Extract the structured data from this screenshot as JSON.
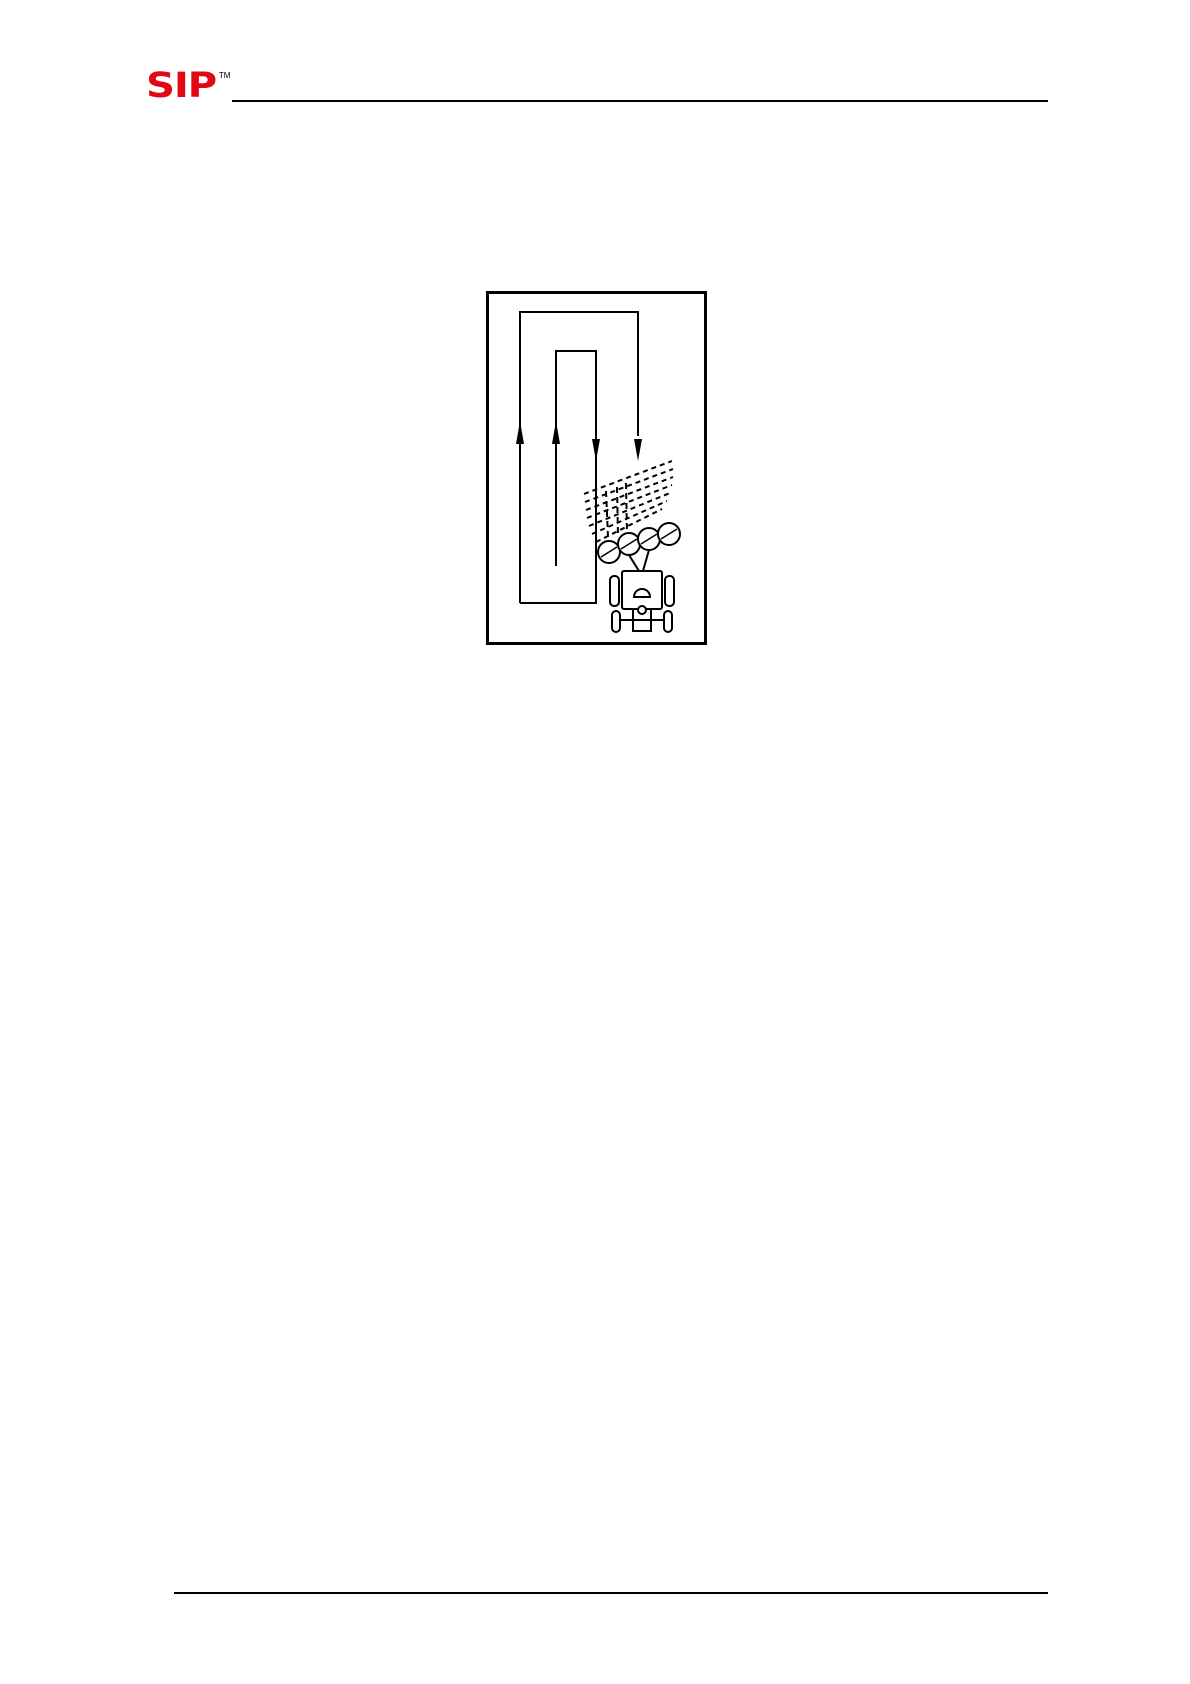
{
  "header": {
    "logo_text": "SIP",
    "logo_trademark": "TM",
    "logo_color": "#e30613"
  },
  "figure": {
    "icon": "tractor-spreading-field-pattern-illustration"
  }
}
